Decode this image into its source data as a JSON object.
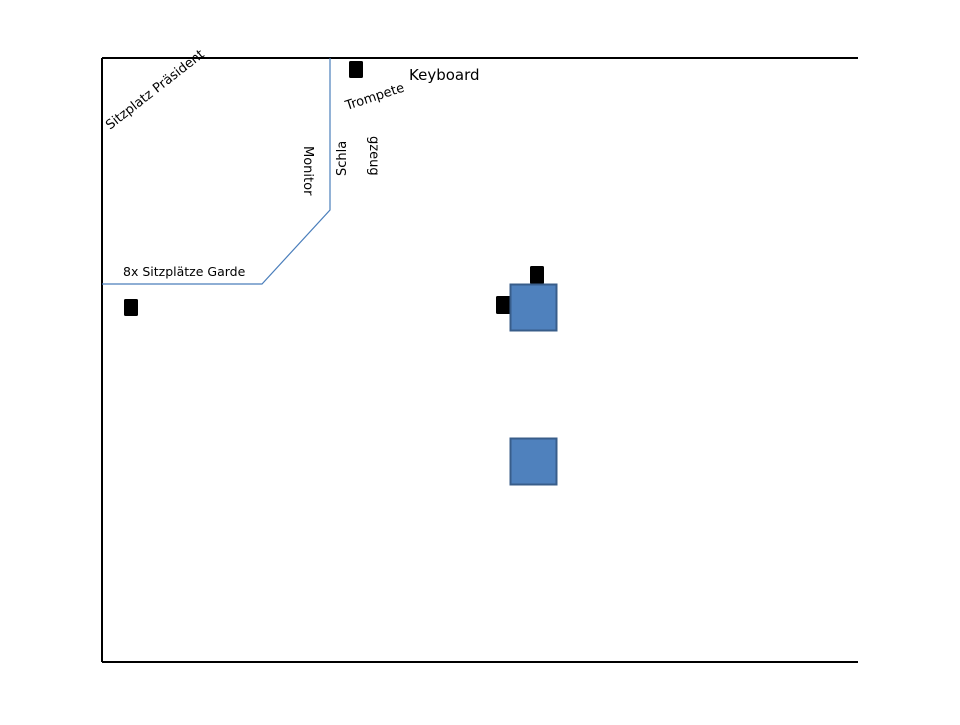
{
  "labels": {
    "president_seat": "Sitzplatz Präsident",
    "monitor": "Monitor",
    "trumpet": "Trompete",
    "keyboard": "Keyboard",
    "drums_line1": "Schla",
    "drums_line2": "gzeug",
    "guard_seats": "8x Sitzplätze Garde"
  },
  "colors": {
    "frame": "#000000",
    "stage_outline": "#4a7ebb",
    "block_fill": "#4f81bd",
    "block_stroke": "#385d8a",
    "marker_fill": "#000000",
    "text": "#000000"
  }
}
